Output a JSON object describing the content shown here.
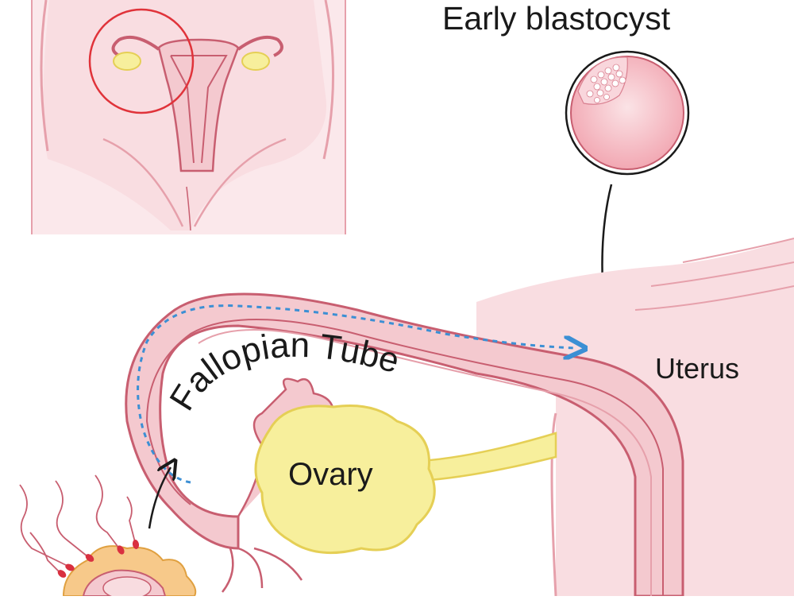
{
  "labels": {
    "early_blastocyst": "Early blastocyst",
    "uterus": "Uterus",
    "ovary": "Ovary",
    "fallopian_tube": "Fallopian Tube"
  },
  "colors": {
    "tissue_pink": "#f4c9cf",
    "tissue_dark": "#c85e70",
    "tube_wall": "#e6a0ab",
    "ovary_yellow": "#f7ef9c",
    "ovary_outline": "#e5cf55",
    "inset_circle": "#e0333a",
    "path_arrow": "#3c8fd4",
    "text": "#1a1a1a"
  },
  "icons": [
    "inset-circle-icon",
    "blastocyst-icon",
    "sperm-icon",
    "egg-icon"
  ]
}
